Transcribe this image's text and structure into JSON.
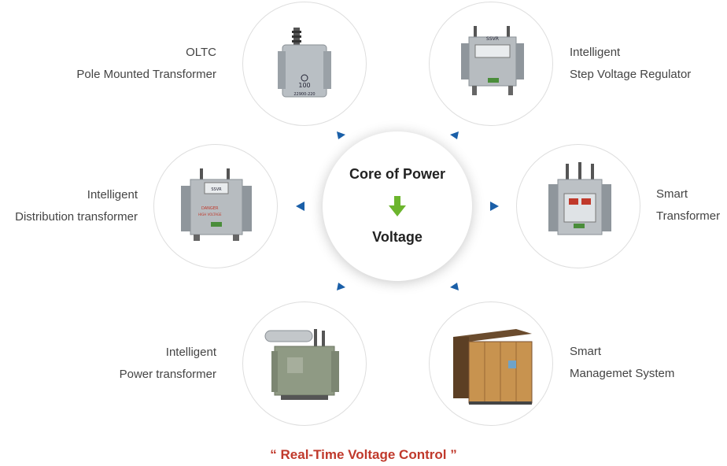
{
  "center": {
    "line1": "Core of Power",
    "line2": "Voltage"
  },
  "products": [
    {
      "id": "oltc",
      "line1": "OLTC",
      "line2": "Pole Mounted Transformer",
      "side": "left"
    },
    {
      "id": "svr",
      "line1": "Intelligent",
      "line2": "Step Voltage Regulator",
      "side": "right"
    },
    {
      "id": "dist",
      "line1": "Intelligent",
      "line2": "Distribution transformer",
      "side": "left"
    },
    {
      "id": "smart",
      "line1": "Smart",
      "line2": "Transformer",
      "side": "right"
    },
    {
      "id": "power",
      "line1": "Intelligent",
      "line2": "Power transformer",
      "side": "left"
    },
    {
      "id": "sms",
      "line1": "Smart",
      "line2": "Managemet System",
      "side": "right"
    }
  ],
  "tagline": "“ Real-Time Voltage Control ”",
  "image_text": {
    "oltc_rating": "100",
    "oltc_voltage": "22900-220",
    "svr_brand": "SSVR",
    "dist_brand": "SSVR",
    "dist_warning1": "DANGER",
    "dist_warning2": "HIGH VOLTAGE"
  },
  "colors": {
    "arrow": "#1a5fa8",
    "down_arrow": "#6cb52d",
    "tagline": "#c0392b",
    "circle_border": "#dedede"
  }
}
